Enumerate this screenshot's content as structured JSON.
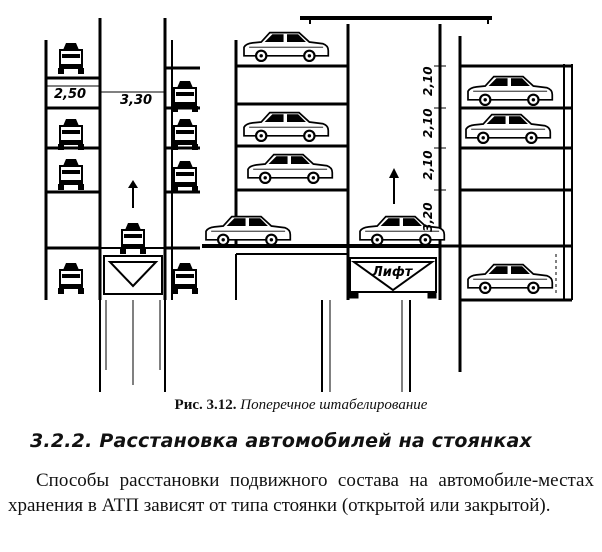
{
  "figure": {
    "dims_left": [
      "2,50",
      "3,30"
    ],
    "dims_right": [
      "2,10",
      "2,10",
      "2,10",
      "3,20"
    ],
    "lift_label": "Лифт"
  },
  "caption": {
    "label": "Рис. 3.12.",
    "text": "Поперечное штабелирование"
  },
  "section": {
    "heading": "3.2.2. Расстановка автомобилей на стоянках"
  },
  "body": {
    "paragraph": "Способы расстановки подвижного состава на автомобиле-местах хранения в АТП зависят от типа стоянки (открытой или закрытой)."
  }
}
